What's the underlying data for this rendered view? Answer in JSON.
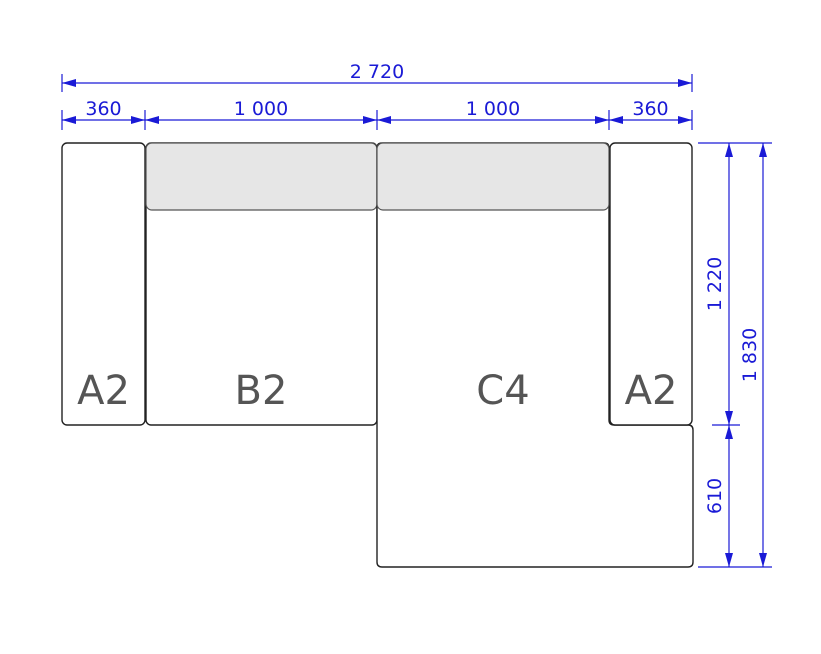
{
  "modules": [
    {
      "id": "a2-left",
      "label": "A2"
    },
    {
      "id": "b2",
      "label": "B2"
    },
    {
      "id": "c4",
      "label": "C4"
    },
    {
      "id": "a2-right",
      "label": "A2"
    }
  ],
  "dimensions": {
    "overall_width": "2 720",
    "left_arm": "360",
    "b2_width": "1 000",
    "c4_width": "1 000",
    "right_arm": "360",
    "upper_depth": "1 220",
    "lower_depth": "610",
    "total_depth": "1 830"
  },
  "colors": {
    "dimension": "#1a1ad6",
    "outline": "#222222",
    "cushion": "#e6e6e6",
    "label": "#555555"
  }
}
